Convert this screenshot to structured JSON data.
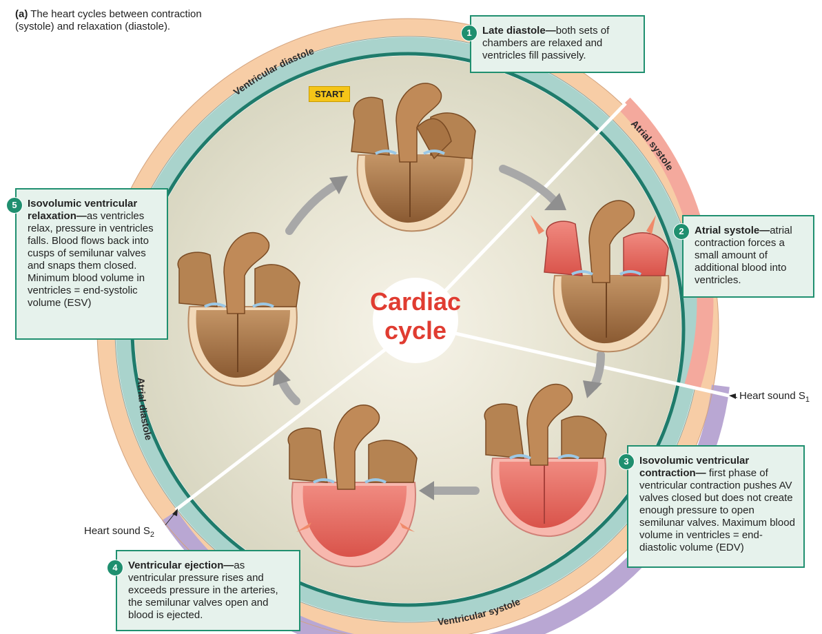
{
  "caption": {
    "label": "(a)",
    "text": "The heart cycles between contraction (systole) and relaxation (diastole)."
  },
  "center": {
    "line1": "Cardiac",
    "line2": "cycle"
  },
  "start_label": "START",
  "rings": {
    "outer_top": "Ventricular diastole",
    "outer_bottom": "Ventricular systole",
    "inner_right": "Atrial systole",
    "inner_left": "Atrial diastole"
  },
  "heart_sounds": {
    "s1_text": "Heart sound S",
    "s1_sub": "1",
    "s2_text": "Heart sound S",
    "s2_sub": "2"
  },
  "steps": [
    {
      "num": "1",
      "title": "Late diastole—",
      "text": "both sets of chambers are relaxed and ventricles fill passively."
    },
    {
      "num": "2",
      "title": "Atrial systole—",
      "text": "atrial contraction forces a small amount of additional blood into ventricles."
    },
    {
      "num": "3",
      "title": "Isovolumic ventricular contraction—",
      "text": " first phase of ventricular contraction pushes AV valves closed but does not create enough pressure to open semilunar valves. Maximum blood volume in ventricles = end-diastolic volume (EDV)"
    },
    {
      "num": "4",
      "title": "Ventricular ejection—",
      "text": "as ventricular pressure rises and exceeds pressure in the arteries, the semilunar valves open and blood is ejected."
    },
    {
      "num": "5",
      "title": "Isovolumic ventricular relaxation—",
      "text": "as ventricles relax, pressure in ventricles falls. Blood flows back into cusps of semilunar valves and snaps them closed. Minimum blood volume in ventricles = end-systolic volume (ESV)"
    }
  ],
  "colors": {
    "box_fill": "#e6f2ec",
    "box_border": "#1f8f6f",
    "ring_teal": "#a9d3cc",
    "ring_peach": "#f7cda6",
    "ring_pink": "#f4a99d",
    "ring_purple": "#b9a7d3",
    "center_text": "#e03c31",
    "start_fill": "#f5c518"
  }
}
